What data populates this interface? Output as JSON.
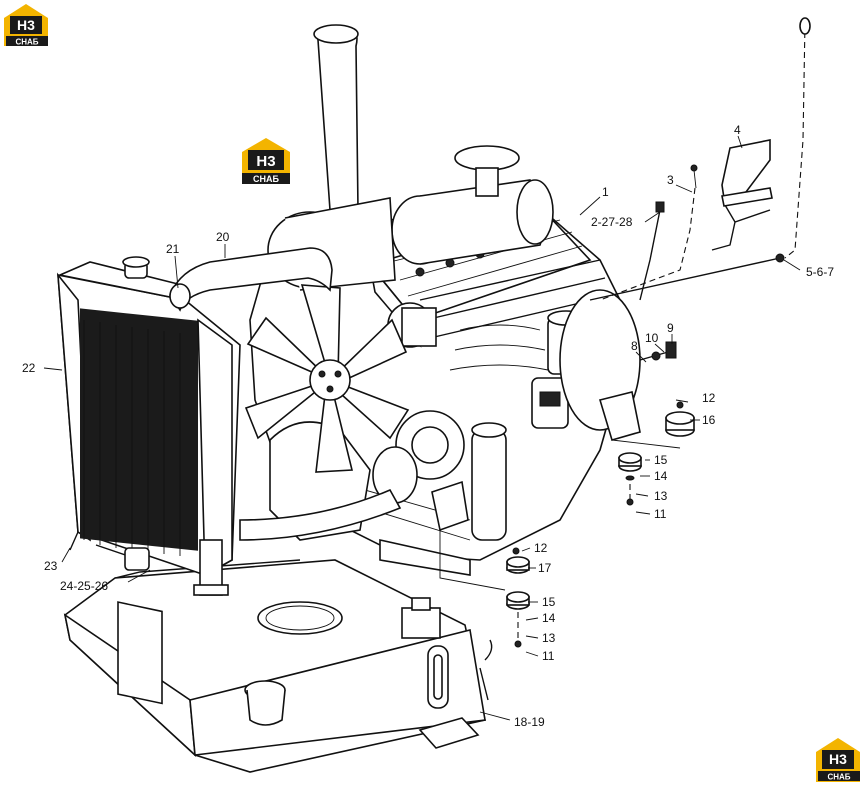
{
  "logo": {
    "text_top": "H3",
    "text_bottom": "СНАБ",
    "color": "#f3b400",
    "dark": "#1a1a1a"
  },
  "labels": {
    "l1": "1",
    "l2_27_28": "2-27-28",
    "l3": "3",
    "l4": "4",
    "l5_6_7": "5-6-7",
    "l8": "8",
    "l9": "9",
    "l10": "10",
    "l11a": "11",
    "l12a": "12",
    "l13a": "13",
    "l14a": "14",
    "l15a": "15",
    "l16": "16",
    "l11b": "11",
    "l12b": "12",
    "l13b": "13",
    "l14b": "14",
    "l15b": "15",
    "l17": "17",
    "l18_19": "18-19",
    "l20": "20",
    "l21": "21",
    "l22": "22",
    "l23": "23",
    "l24_25_26": "24-25-26"
  }
}
